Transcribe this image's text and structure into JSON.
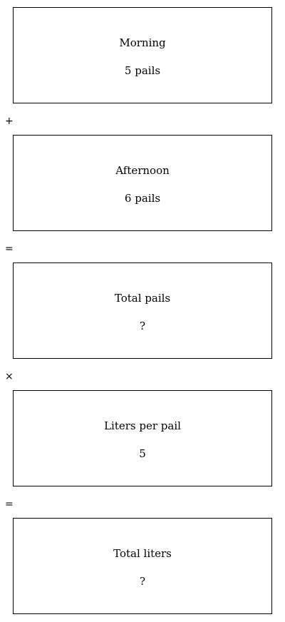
{
  "steps": [
    {
      "label": "Morning",
      "value": "5 pails"
    },
    {
      "label": "Afternoon",
      "value": "6 pails"
    },
    {
      "label": "Total pails",
      "value": "?"
    },
    {
      "label": "Liters per pail",
      "value": "5"
    },
    {
      "label": "Total liters",
      "value": "?"
    }
  ],
  "operators": [
    "+",
    "=",
    "×",
    "="
  ]
}
